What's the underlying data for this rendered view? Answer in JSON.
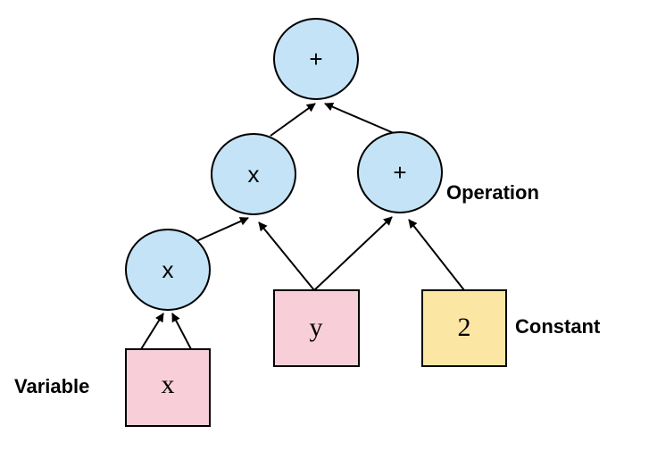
{
  "colors": {
    "operation_fill": "#c4e3f6",
    "variable_fill": "#f8cfd9",
    "constant_fill": "#fce6a4",
    "stroke": "#000000"
  },
  "nodes": {
    "op_root": "+",
    "op_mul_top": "x",
    "op_plus_right": "+",
    "op_mul_bottom": "x",
    "var_y": "y",
    "const_2": "2",
    "var_x": "x"
  },
  "legend": {
    "operation": "Operation",
    "constant": "Constant",
    "variable": "Variable"
  }
}
